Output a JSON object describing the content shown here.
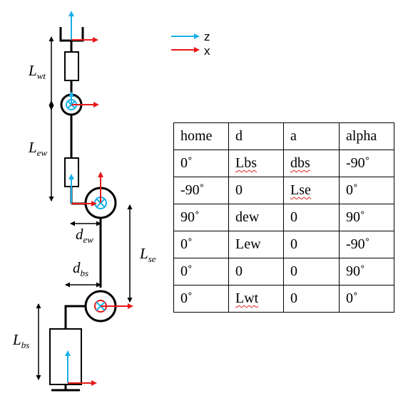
{
  "legend": {
    "z_label": "z",
    "x_label": "x",
    "z_color": "#1ab0e8",
    "x_color": "#e81818"
  },
  "dimensions": {
    "lwt": "wt",
    "lew": "ew",
    "dew": "ew",
    "dbs": "bs",
    "lse": "se",
    "lbs": "bs",
    "l_symbol": "L",
    "d_symbol": "d"
  },
  "table": {
    "headers": [
      "home",
      "d",
      "a",
      "alpha"
    ],
    "rows": [
      [
        "0˚",
        "Lbs",
        "dbs",
        "-90˚"
      ],
      [
        "-90˚",
        "0",
        "Lse",
        "0˚"
      ],
      [
        "90˚",
        "dew",
        "0",
        "90˚"
      ],
      [
        "0˚",
        "Lew",
        "0",
        "-90˚"
      ],
      [
        "0˚",
        "0",
        "0",
        "90˚"
      ],
      [
        "0˚",
        "Lwt",
        "0",
        "0˚"
      ]
    ]
  }
}
